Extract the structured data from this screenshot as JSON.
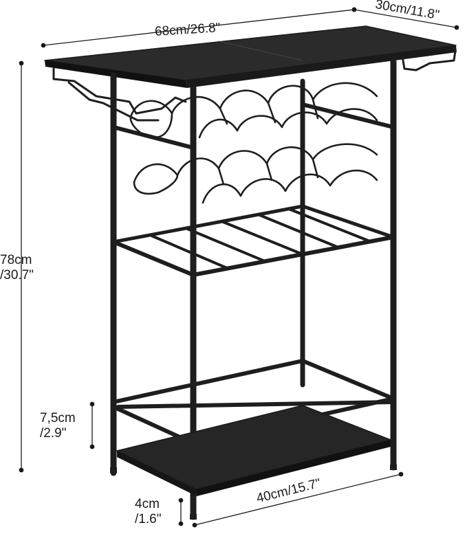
{
  "dimensions": {
    "width": "68cm/26.8\"",
    "depth": "30cm/11.8\"",
    "height_cm": "78cm",
    "height_in": "/30.7\"",
    "shelf_gap_cm": "7,5cm",
    "shelf_gap_in": "/2.9\"",
    "foot_height_cm": "4cm",
    "foot_height_in": "/1.6\"",
    "bottom_depth": "40cm/15.7\""
  },
  "colors": {
    "frame": "#1e1e1e",
    "tabletop": "#242424",
    "dimension_line": "#1a1a1a"
  }
}
